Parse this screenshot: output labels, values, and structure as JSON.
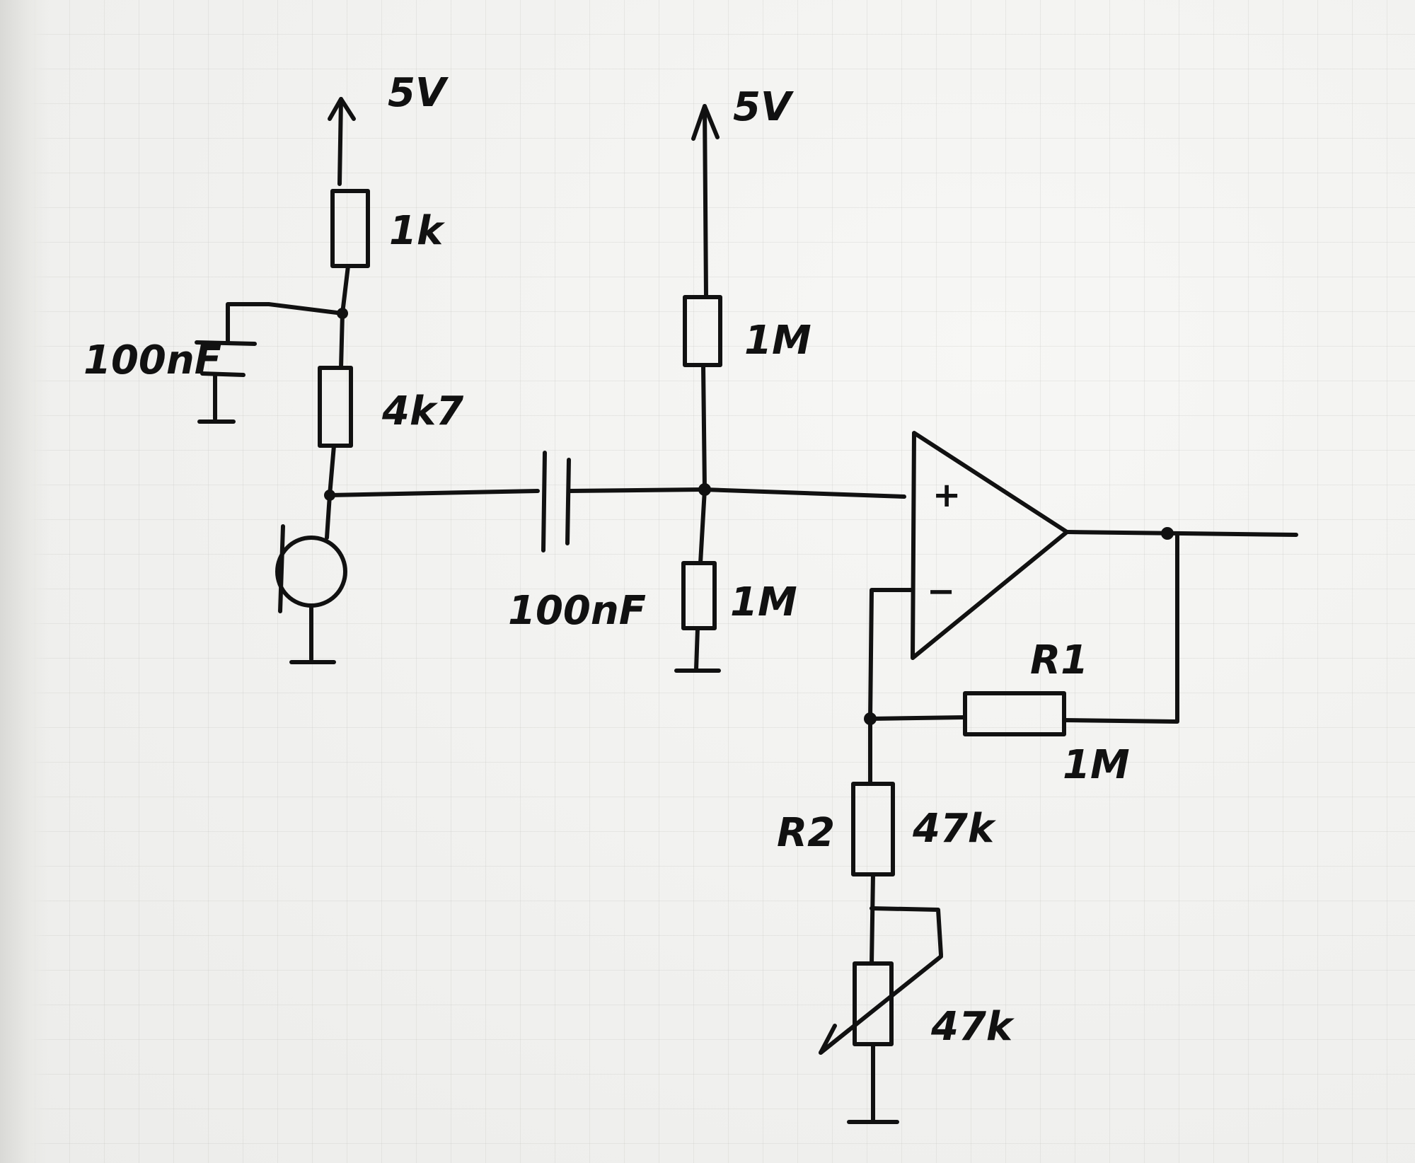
{
  "labels": {
    "supply_left": "5V",
    "supply_right": "5V",
    "resistor_top_left": "1k",
    "capacitor_decoupling": "100nF",
    "resistor_mic_bias": "4k7",
    "capacitor_coupling": "100nF",
    "resistor_bias_top": "1M",
    "resistor_bias_bottom": "1M",
    "opamp_plus": "+",
    "opamp_minus": "−",
    "feedback_name": "R1",
    "feedback_value": "1M",
    "r2_name": "R2",
    "r2_value": "47k",
    "pot_value": "47k"
  },
  "colors": {
    "ink": "#111111",
    "paper": "#f2f2f0",
    "grid": "#b9b9b4"
  }
}
